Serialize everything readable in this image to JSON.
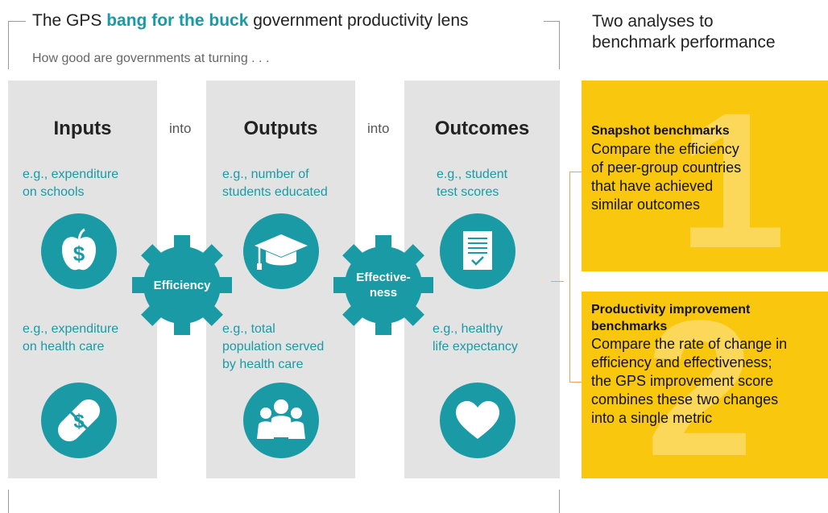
{
  "lens": {
    "title_prefix": "The GPS ",
    "title_highlight": "bang for the buck",
    "title_suffix": " government productivity lens",
    "subtitle": "How good are governments at turning . . ."
  },
  "columns": {
    "inputs": {
      "title": "Inputs",
      "example_1": [
        "e.g., expenditure",
        "on schools"
      ],
      "example_2": [
        "e.g., expenditure",
        "on health care"
      ]
    },
    "outputs": {
      "title": "Outputs",
      "example_1": [
        "e.g., number of",
        "students educated"
      ],
      "example_2": [
        "e.g., total",
        "population served",
        "by health care"
      ]
    },
    "outcomes": {
      "title": "Outcomes",
      "example_1": [
        "e.g., student",
        "test scores"
      ],
      "example_2": [
        "e.g., healthy",
        "life expectancy"
      ]
    }
  },
  "connector_word": "into",
  "gears": {
    "efficiency": "Efficiency",
    "effectiveness": [
      "Effective-",
      "ness"
    ]
  },
  "analyses": {
    "title": [
      "Two analyses to",
      "benchmark performance"
    ],
    "snapshot": {
      "number": "1",
      "title": "Snapshot benchmarks",
      "text": [
        "Compare the efficiency",
        "of peer-group countries",
        "that have achieved",
        "similar outcomes"
      ]
    },
    "productivity": {
      "number": "2",
      "title": [
        "Productivity improvement",
        "benchmarks"
      ],
      "text": [
        "Compare the rate of change in",
        "efficiency and effectiveness;",
        "the GPS improvement score",
        "combines these two changes",
        "into a single metric"
      ]
    }
  },
  "colors": {
    "teal": "#1a9aa5",
    "yellow": "#f9c80e",
    "grey": "#e3e3e3",
    "orange": "#f0a05a"
  },
  "icons": [
    "apple-dollar-icon",
    "pill-dollar-icon",
    "graduation-cap-icon",
    "people-group-icon",
    "document-check-icon",
    "heart-icon",
    "gear-icon"
  ]
}
